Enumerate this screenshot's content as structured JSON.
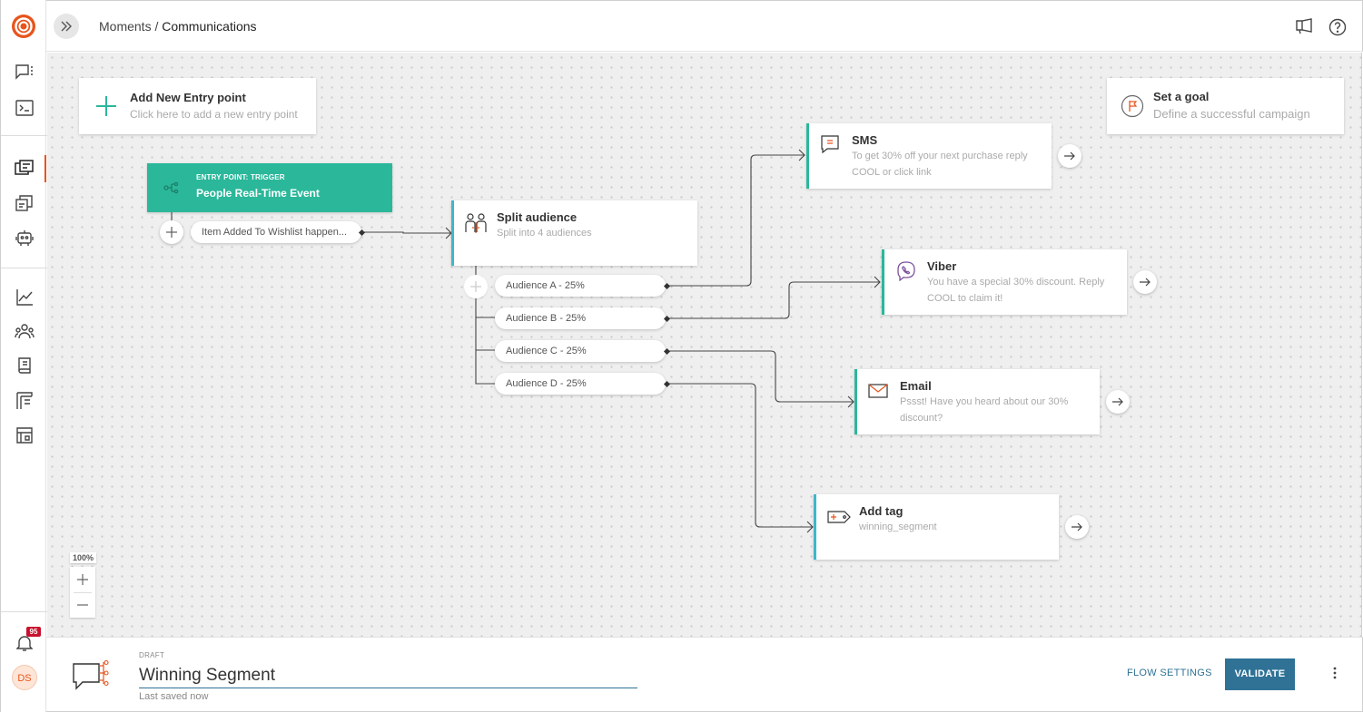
{
  "breadcrumb": {
    "parent": "Moments",
    "separator": "/",
    "current": "Communications"
  },
  "canvas": {
    "add_entry": {
      "title": "Add New Entry point",
      "subtitle": "Click here to add a new entry point"
    },
    "goal": {
      "title": "Set a goal",
      "subtitle": "Define a successful campaign"
    },
    "entry": {
      "label": "ENTRY POINT: TRIGGER",
      "title": "People Real-Time Event",
      "event": "Item Added To Wishlist happen..."
    },
    "split": {
      "title": "Split audience",
      "subtitle": "Split into 4 audiences",
      "audiences": [
        "Audience A - 25%",
        "Audience B - 25%",
        "Audience C - 25%",
        "Audience D - 25%"
      ]
    },
    "sms": {
      "title": "SMS",
      "text": "To get 30% off your next purchase reply COOL or click link"
    },
    "viber": {
      "title": "Viber",
      "text": "You have a special 30% discount. Reply COOL to claim it!"
    },
    "email": {
      "title": "Email",
      "text": "Pssst! Have you heard about our 30% discount?"
    },
    "tag": {
      "title": "Add tag",
      "text": "winning_segment"
    },
    "zoom": {
      "level": "100%"
    }
  },
  "footer": {
    "status": "DRAFT",
    "flow_name": "Winning Segment",
    "saved": "Last saved now",
    "flow_settings": "FLOW SETTINGS",
    "validate": "VALIDATE"
  },
  "sidebar": {
    "notification_count": "95",
    "avatar_initials": "DS"
  },
  "colors": {
    "accent": "#e8541c",
    "teal": "#2bb79a",
    "blue": "#2f7296",
    "split_border": "#3fb7c9"
  }
}
